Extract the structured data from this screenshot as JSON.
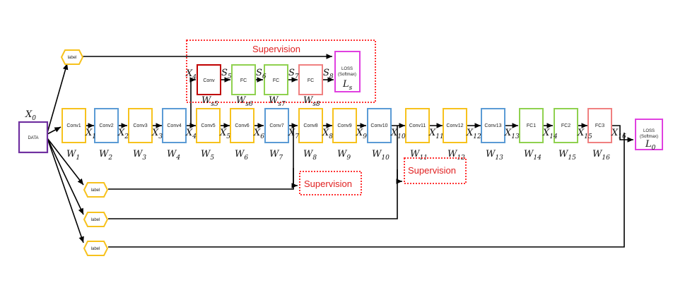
{
  "colors": {
    "conv_yellow": "#f7c21d",
    "conv_blue": "#5b9bd5",
    "fc_green": "#8fd14f",
    "fc_pink": "#f08080",
    "conv_red": "#c00000",
    "loss_magenta": "#e040e0",
    "data_purple": "#7030a0",
    "supervision_red": "#ff3333"
  },
  "input": {
    "label": "DATA",
    "var": "X",
    "var_sub": "0"
  },
  "main_blocks": [
    {
      "label": "Conv1",
      "color": "yellow",
      "w": "W",
      "w_sub": "1"
    },
    {
      "label": "Conv2",
      "color": "blue",
      "w": "W",
      "w_sub": "2"
    },
    {
      "label": "Conv3",
      "color": "yellow",
      "w": "W",
      "w_sub": "3"
    },
    {
      "label": "Conv4",
      "color": "blue",
      "w": "W",
      "w_sub": "4"
    },
    {
      "label": "Conv5",
      "color": "yellow",
      "w": "W",
      "w_sub": "5"
    },
    {
      "label": "Conv6",
      "color": "yellow",
      "w": "W",
      "w_sub": "6"
    },
    {
      "label": "Conv7",
      "color": "blue",
      "w": "W",
      "w_sub": "7"
    },
    {
      "label": "Conv8",
      "color": "yellow",
      "w": "W",
      "w_sub": "8"
    },
    {
      "label": "Conv9",
      "color": "yellow",
      "w": "W",
      "w_sub": "9"
    },
    {
      "label": "Conv10",
      "color": "blue",
      "w": "W",
      "w_sub": "10"
    },
    {
      "label": "Conv11",
      "color": "yellow",
      "w": "W",
      "w_sub": "11"
    },
    {
      "label": "Conv12",
      "color": "yellow",
      "w": "W",
      "w_sub": "12"
    },
    {
      "label": "Conv13",
      "color": "blue",
      "w": "W",
      "w_sub": "13"
    },
    {
      "label": "FC1",
      "color": "green",
      "w": "W",
      "w_sub": "14"
    },
    {
      "label": "FC2",
      "color": "green",
      "w": "W",
      "w_sub": "15"
    },
    {
      "label": "FC3",
      "color": "pink",
      "w": "W",
      "w_sub": "16"
    }
  ],
  "main_x_labels": [
    "1",
    "2",
    "3",
    "4",
    "5",
    "6",
    "7",
    "8",
    "9",
    "10",
    "11",
    "12",
    "13",
    "14",
    "15",
    "16"
  ],
  "x4_top_label": {
    "var": "X",
    "sub": "4"
  },
  "main_loss": {
    "line1": "LOSS",
    "line2": "(Softmax)",
    "var": "L",
    "sub": "0"
  },
  "branch_blocks": [
    {
      "label": "Conv",
      "color": "red",
      "w": "W",
      "w_sub": "s5"
    },
    {
      "label": "FC",
      "color": "green",
      "w": "W",
      "w_sub": "s6"
    },
    {
      "label": "FC",
      "color": "green",
      "w": "W",
      "w_sub": "s7"
    },
    {
      "label": "FC",
      "color": "pink",
      "w": "W",
      "w_sub": "s8"
    }
  ],
  "branch_s_labels": [
    "5",
    "6",
    "7",
    "8"
  ],
  "branch_s_var": "S",
  "branch_loss": {
    "line1": "LOSS",
    "line2": "(Softmax)",
    "var": "L",
    "sub": "s"
  },
  "supervision_labels": [
    "Supervision",
    "Supervision",
    "Supervision"
  ],
  "label_nodes": [
    "label",
    "label",
    "label",
    "label"
  ]
}
